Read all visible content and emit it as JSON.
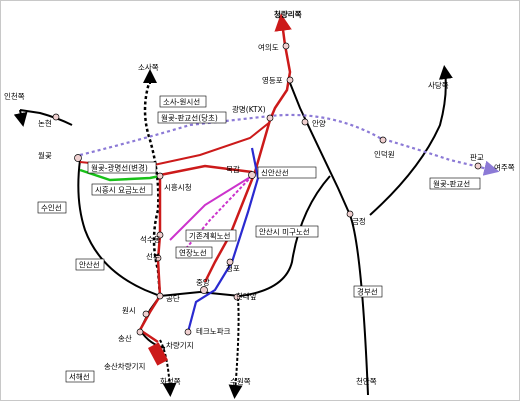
{
  "colors": {
    "line_gray": "#000000",
    "line_red": "#cc1a1a",
    "line_blue": "#2a2ad0",
    "line_green": "#19c119",
    "line_magenta": "#cc33cc",
    "line_dotted_purple": "#8c7ad6",
    "station_fill": "#f0d0d0"
  },
  "directions": {
    "cheongnyangni": "청량리쪽",
    "sosa": "소사쪽",
    "incheon": "인천쪽",
    "sadang": "사당쪽",
    "yeoju": "여주쪽",
    "hwaseong": "화성쪽",
    "suwon": "수원쪽",
    "cheonan": "천안쪽"
  },
  "stations": {
    "yeouido": "여의도",
    "yeongdeungpo": "영등포",
    "gwangmyeong": "광명(KTX)",
    "anyang": "안양",
    "indeogwon": "인덕원",
    "pangyo": "판교",
    "nonhyeon": "논현",
    "wolgot": "월곶",
    "siheung_cityhall": "시흥시청",
    "mokgam": "목감",
    "geumjeong": "금정",
    "seoksu": "석수동",
    "seonbu": "선부",
    "jungang": "중앙",
    "cheongpo": "청포",
    "handaeap": "한대앞",
    "gongdan": "공단",
    "wonsi": "원시",
    "songsan": "송산",
    "techno_park": "테크노파크",
    "depot": "차량기지"
  },
  "line_labels": {
    "sosa_wonsi": "소사-원시선",
    "wolgot_pangyo_top": "월곶-판교선(당초)",
    "wolgot_gwangmyeong": "월곶-광명선(변경)",
    "siheung_tram": "시흥시 요금노선",
    "sinansan": "신안산선",
    "ansan_tram": "안산시 미구노선",
    "gwacheon_tram": "기존계획노선",
    "extension": "연장노선",
    "suin": "수인선",
    "ansan": "안산선",
    "gyeongbu": "경부선",
    "seohae": "서해선",
    "wolgot_pangyo": "월곶-판교선"
  },
  "footnote": "송산차량기지"
}
